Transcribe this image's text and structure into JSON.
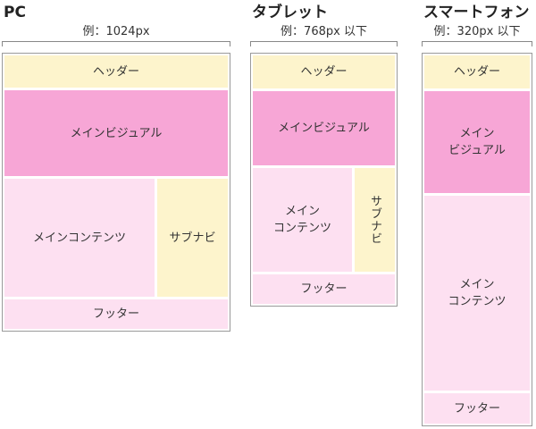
{
  "colors": {
    "header": "#fdf4cc",
    "main_visual": "#f7a6d6",
    "content": "#fde0f1",
    "subnav": "#fdf4cc",
    "footer": "#fde0f1",
    "frame_border": "#9a9a9a"
  },
  "pc": {
    "title": "PC",
    "caption": "例：1024px",
    "header": "ヘッダー",
    "main_visual": "メインビジュアル",
    "main_content": "メインコンテンツ",
    "subnav": "サブナビ",
    "footer": "フッター"
  },
  "tablet": {
    "title": "タブレット",
    "caption": "例：768px 以下",
    "header": "ヘッダー",
    "main_visual": "メインビジュアル",
    "main_content": "メイン\nコンテンツ",
    "subnav": "サブナビ",
    "footer": "フッター"
  },
  "smartphone": {
    "title": "スマートフォン",
    "caption": "例：320px 以下",
    "header": "ヘッダー",
    "main_visual": "メイン\nビジュアル",
    "main_content": "メイン\nコンテンツ",
    "footer": "フッター"
  }
}
